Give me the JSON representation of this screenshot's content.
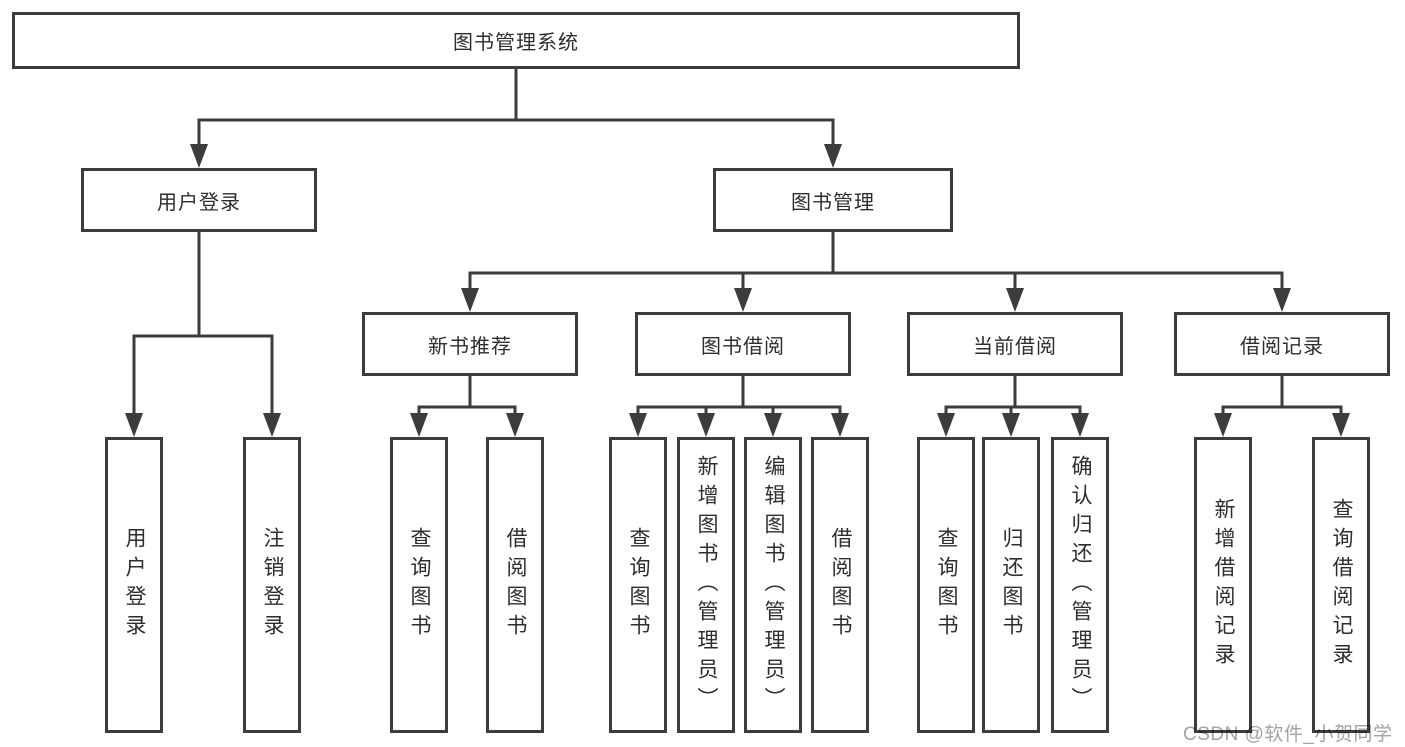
{
  "colors": {
    "line": "#3c3c3c",
    "border": "#3c3c3c",
    "text": "#2e2e2e",
    "watermark": "#a3a3a3",
    "background": "#ffffff"
  },
  "diagram": {
    "root": {
      "label": "图书管理系统"
    },
    "level2": [
      {
        "label": "用户登录"
      },
      {
        "label": "图书管理"
      }
    ],
    "level3": [
      {
        "label": "新书推荐"
      },
      {
        "label": "图书借阅"
      },
      {
        "label": "当前借阅"
      },
      {
        "label": "借阅记录"
      }
    ],
    "leaves": {
      "user_login": [
        "用户登录",
        "注销登录"
      ],
      "new_book": [
        "查询图书",
        "借阅图书"
      ],
      "book_borrow": [
        "查询图书",
        "新增图书（管理员）",
        "编辑图书（管理员）",
        "借阅图书"
      ],
      "current_borrow": [
        "查询图书",
        "归还图书",
        "确认归还（管理员）"
      ],
      "borrow_records": [
        "新增借阅记录",
        "查询借阅记录"
      ]
    }
  },
  "watermark": {
    "text": "CSDN @软件_小贺同学"
  }
}
